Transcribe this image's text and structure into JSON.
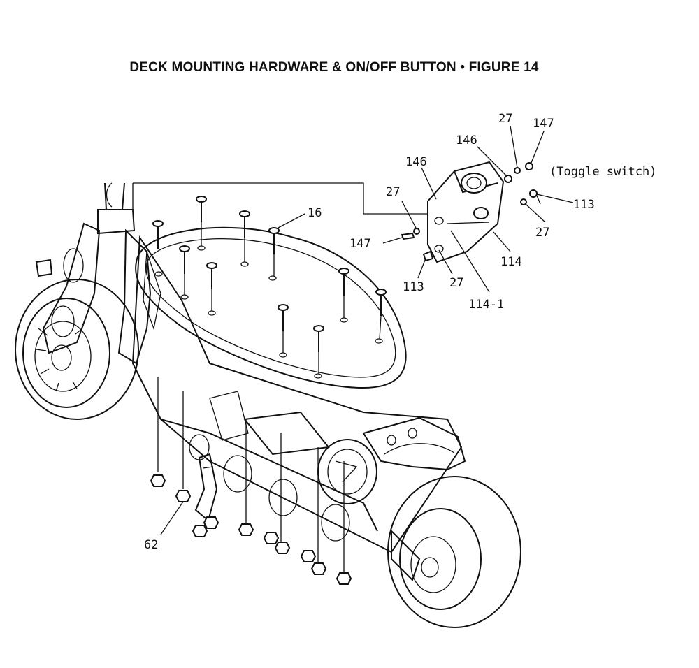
{
  "figure_title": "DECK MOUNTING HARDWARE & ON/OFF BUTTON  •  FIGURE 14",
  "labels": {
    "l27_top": "27",
    "l147_top": "147",
    "l146_top": "146",
    "l146_left": "146",
    "toggle_switch": "(Toggle switch)",
    "l27_left": "27",
    "l16": "16",
    "l113_right": "113",
    "l27_right": "27",
    "l147_left": "147",
    "l114": "114",
    "l113_left": "113",
    "l27_bottom": "27",
    "l114_1": "114-1",
    "l62": "62"
  },
  "colors": {
    "ink": "#111111",
    "paper": "#ffffff"
  }
}
